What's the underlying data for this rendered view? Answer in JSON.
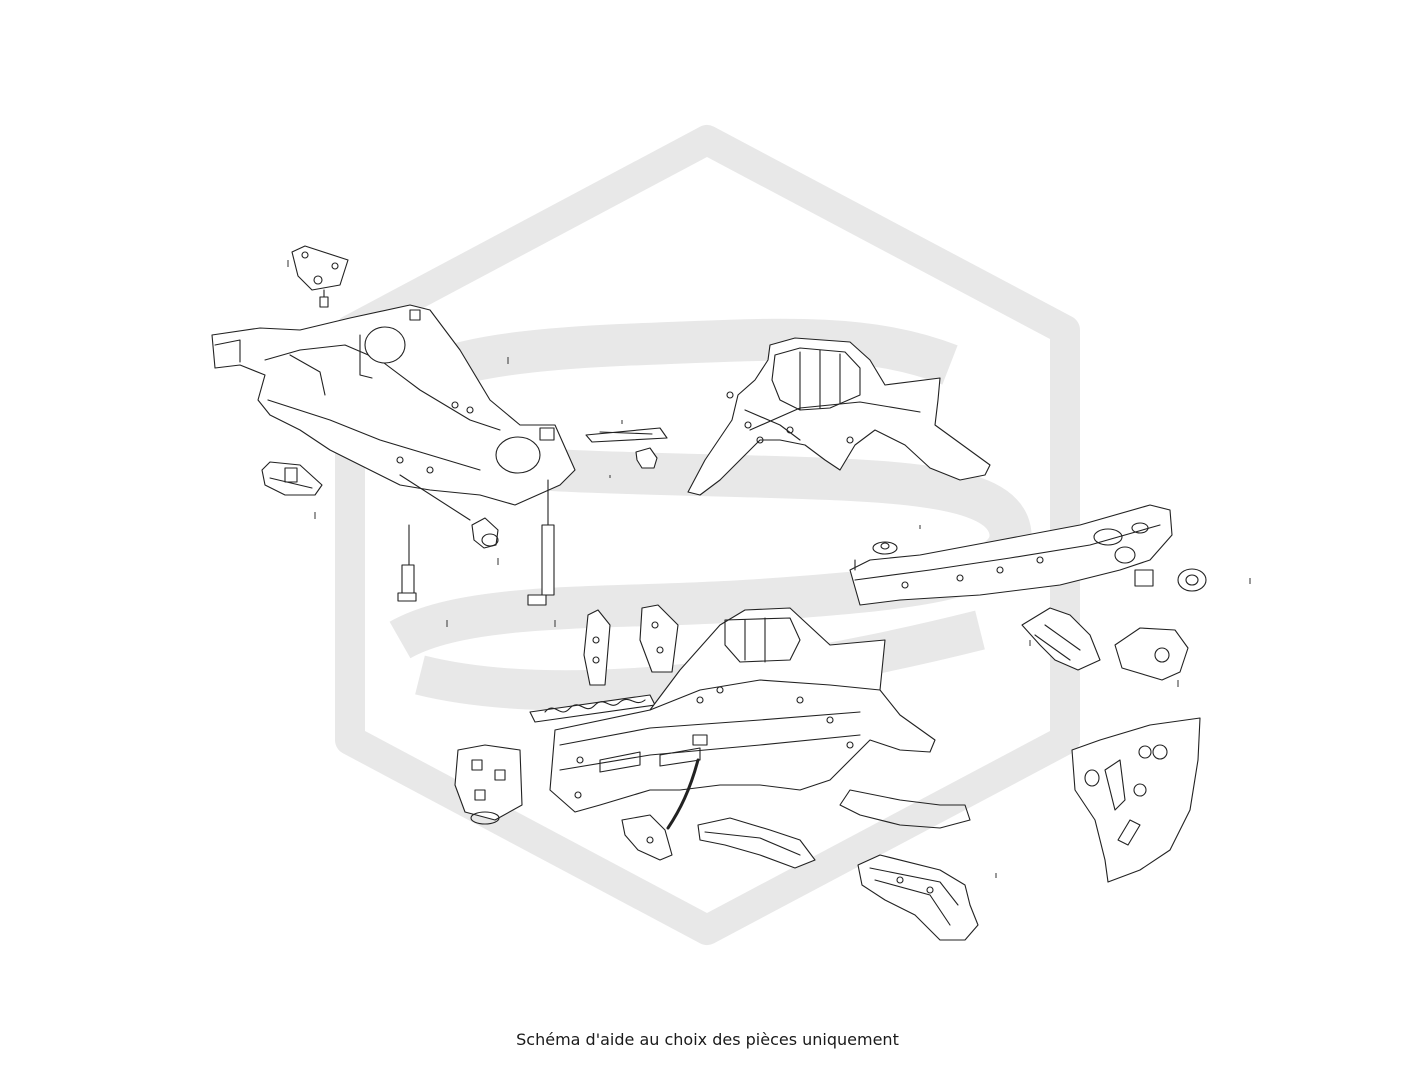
{
  "caption": "Schéma d'aide au choix des pièces uniquement",
  "colors": {
    "background": "#ffffff",
    "watermark": "#e8e8e8",
    "line": "#222222"
  },
  "watermark": {
    "icon": "hexagon-s-logo-icon"
  },
  "parts": [
    {
      "name": "mount-plate-part"
    },
    {
      "name": "mount-bolt-part"
    },
    {
      "name": "front-subframe-part"
    },
    {
      "name": "subframe-bracket-part"
    },
    {
      "name": "subframe-bushing-part"
    },
    {
      "name": "long-bolt-left-part"
    },
    {
      "name": "long-bolt-right-part"
    },
    {
      "name": "reinforcement-strip-part"
    },
    {
      "name": "rubber-stop-part"
    },
    {
      "name": "wheel-arch-upper-part"
    },
    {
      "name": "radiator-crossmember-part"
    },
    {
      "name": "grommet-part"
    },
    {
      "name": "small-clip-part"
    },
    {
      "name": "corner-bracket-left-part"
    },
    {
      "name": "corner-bracket-right-part"
    },
    {
      "name": "side-member-bracket-part"
    },
    {
      "name": "side-member-bracket-2-part"
    },
    {
      "name": "long-strip-part"
    },
    {
      "name": "bumper-mount-bracket-part"
    },
    {
      "name": "front-side-member-part"
    },
    {
      "name": "lower-bracket-part"
    },
    {
      "name": "wheelhouse-lower-panel-part"
    },
    {
      "name": "rear-side-member-part"
    },
    {
      "name": "side-panel-part"
    }
  ]
}
